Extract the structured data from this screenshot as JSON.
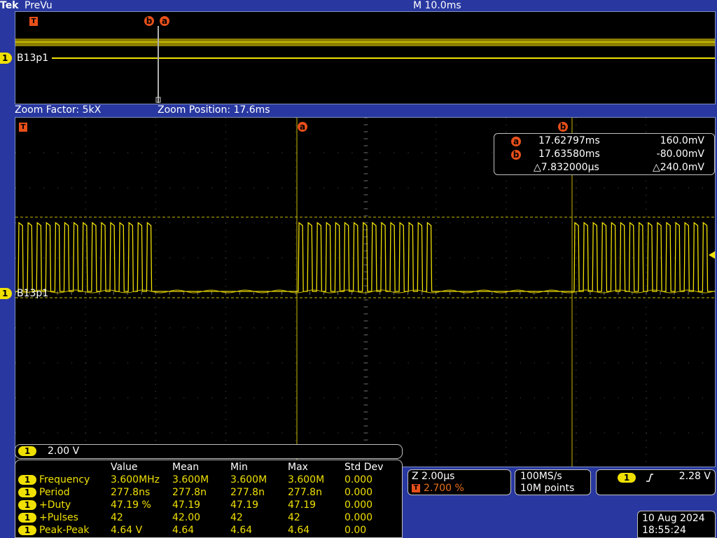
{
  "header": {
    "brand": "Tek",
    "mode": "PreVu",
    "timebase": "M 10.0ms"
  },
  "prevu": {
    "trigger_marker": "T",
    "cursor_b": "b",
    "cursor_a": "a",
    "channel_badge": "1",
    "channel_label": "B13p1"
  },
  "zoom_bar": {
    "factor": "Zoom Factor: 5kX",
    "position": "Zoom Position: 17.6ms"
  },
  "zoom": {
    "trigger_marker": "T",
    "cursor_a": "a",
    "cursor_b": "b",
    "channel_badge": "1",
    "channel_label": "B13p1"
  },
  "cursor_readout": {
    "a_label": "a",
    "a_time": "17.62797ms",
    "a_volt": "160.0mV",
    "b_label": "b",
    "b_time": "17.63580ms",
    "b_volt": "-80.00mV",
    "delta_time": "△7.832000µs",
    "delta_volt": "△240.0mV"
  },
  "channel": {
    "badge": "1",
    "scale": "2.00 V"
  },
  "measurements": {
    "headers": [
      "Value",
      "Mean",
      "Min",
      "Max",
      "Std Dev"
    ],
    "rows": [
      {
        "ch": "1",
        "name": "Frequency",
        "value": "3.600MHz",
        "mean": "3.600M",
        "min": "3.600M",
        "max": "3.600M",
        "std": "0.000"
      },
      {
        "ch": "1",
        "name": "Period",
        "value": "277.8ns",
        "mean": "277.8n",
        "min": "277.8n",
        "max": "277.8n",
        "std": "0.000"
      },
      {
        "ch": "1",
        "name": "+Duty",
        "value": "47.19 %",
        "mean": "47.19",
        "min": "47.19",
        "max": "47.19",
        "std": "0.000"
      },
      {
        "ch": "1",
        "name": "+Pulses",
        "value": "42",
        "mean": "42.00",
        "min": "42",
        "max": "42",
        "std": "0.000"
      },
      {
        "ch": "1",
        "name": "Peak-Peak",
        "value": "4.64 V",
        "mean": "4.64",
        "min": "4.64",
        "max": "4.64",
        "std": "0.00"
      }
    ]
  },
  "horizontal": {
    "zoom_scale": "Z 2.00µs",
    "trigger_icon": "T",
    "trigger_position": "2.700 %"
  },
  "acquisition": {
    "sample_rate": "100MS/s",
    "record_length": "10M points"
  },
  "trigger": {
    "badge": "1",
    "slope_icon": "rising-edge-icon",
    "level": "2.28 V"
  },
  "datetime": {
    "date": "10 Aug 2024",
    "time": "18:55:24"
  },
  "colors": {
    "trace": "#f0e000",
    "marker": "#e8501a",
    "background": "#000000",
    "frame": "#2838a0"
  }
}
